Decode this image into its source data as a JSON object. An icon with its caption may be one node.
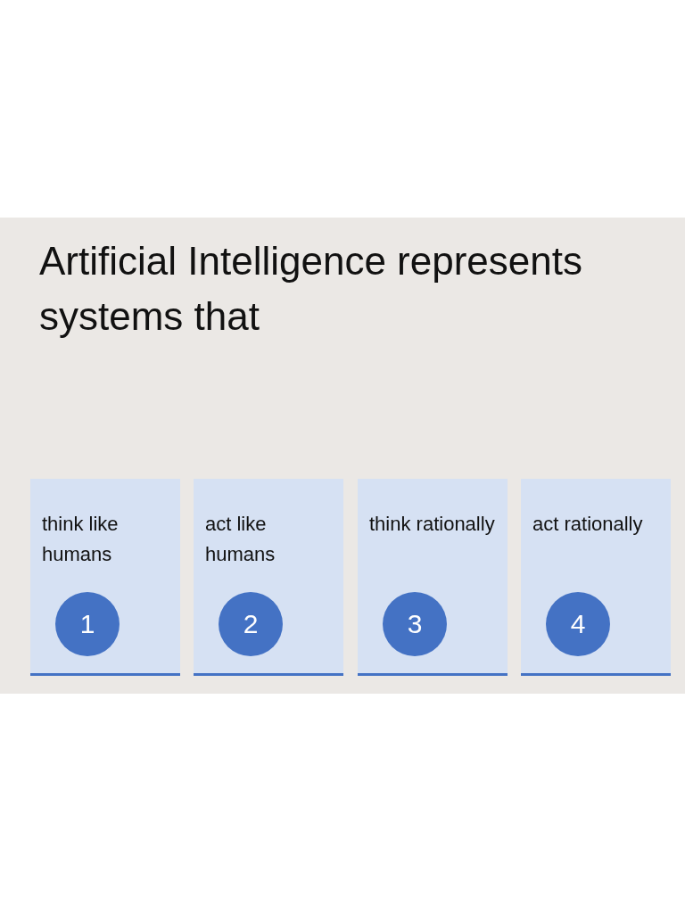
{
  "diagram": {
    "title": "Artificial Intelligence represents systems that",
    "nodes": [
      {
        "text": [
          "think like humans"
        ]
      },
      {
        "text": [
          "1"
        ],
        "in": 0
      },
      {
        "text": [
          "act like humans"
        ]
      },
      {
        "text": [
          "2"
        ],
        "in": 2
      },
      {
        "text": [
          "think rationally"
        ]
      },
      {
        "text": [
          "3"
        ],
        "in": 4
      },
      {
        "text": [
          "act rationally"
        ]
      },
      {
        "text": [
          "4"
        ],
        "in": 6
      }
    ]
  }
}
